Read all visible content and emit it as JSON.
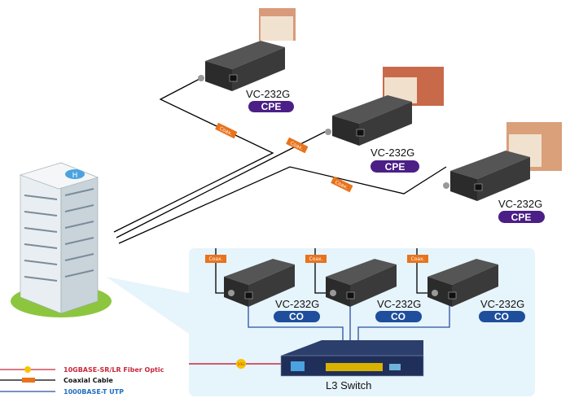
{
  "colors": {
    "fiber": "#c8283c",
    "coax": "#000000",
    "utp": "#2b4ea3",
    "cpe_badge": "#4b1f86",
    "co_badge": "#1f4e9c",
    "coax_tag": "#e8731c",
    "panel": "#e6f4fb"
  },
  "cpe_units": [
    {
      "model": "VC-232G",
      "role": "CPE"
    },
    {
      "model": "VC-232G",
      "role": "CPE"
    },
    {
      "model": "VC-232G",
      "role": "CPE"
    }
  ],
  "co_units": [
    {
      "model": "VC-232G",
      "role": "CO"
    },
    {
      "model": "VC-232G",
      "role": "CO"
    },
    {
      "model": "VC-232G",
      "role": "CO"
    }
  ],
  "coax_tag": "Coax.",
  "fiber_tag": "10G",
  "switch_label": "L3 Switch",
  "legend": [
    {
      "label": "10GBASE-SR/LR Fiber Optic"
    },
    {
      "label": "Coaxial Cable"
    },
    {
      "label": "1000BASE-T UTP"
    }
  ]
}
